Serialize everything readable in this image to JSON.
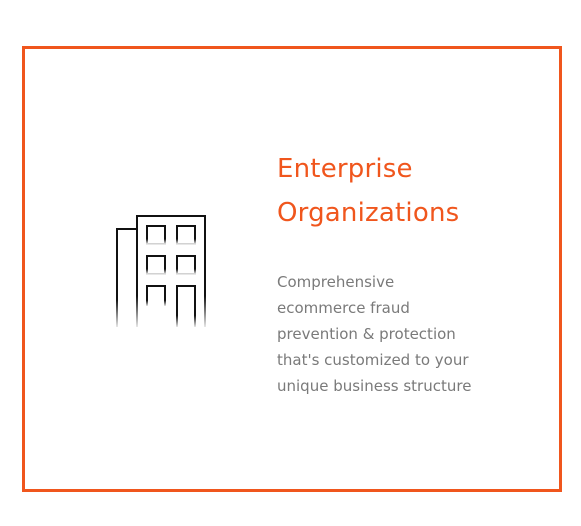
{
  "card": {
    "accent_color": "#f0561d",
    "icon": "office-building-icon",
    "title_lines": [
      "Enterprise",
      "Organizations"
    ],
    "description_lines": [
      "Comprehensive",
      "ecommerce fraud",
      "prevention & protection",
      "that's customized to your",
      "unique business structure"
    ],
    "description_color": "#7a7a7a"
  }
}
